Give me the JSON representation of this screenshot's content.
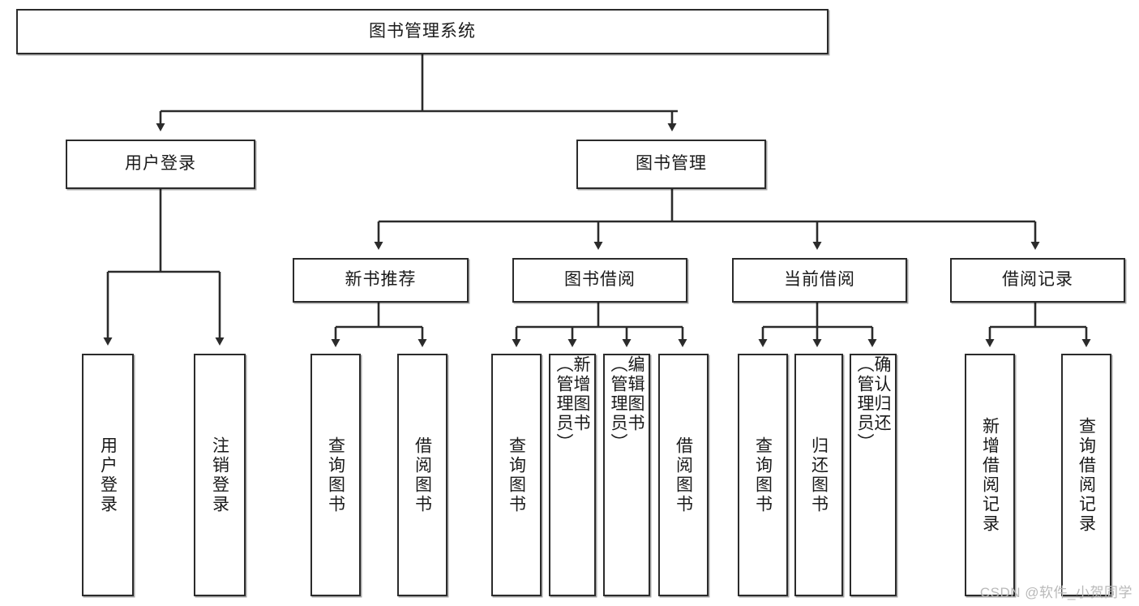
{
  "diagram": {
    "title": "图书管理系统",
    "type": "hierarchy-tree",
    "root": {
      "label": "图书管理系统"
    },
    "level2": [
      {
        "label": "用户登录"
      },
      {
        "label": "图书管理"
      }
    ],
    "level3": [
      {
        "label": "新书推荐"
      },
      {
        "label": "图书借阅"
      },
      {
        "label": "当前借阅"
      },
      {
        "label": "借阅记录"
      }
    ],
    "leaves": {
      "user_login": [
        {
          "label": "用户登录"
        },
        {
          "label": "注销登录"
        }
      ],
      "new_book_recommend": [
        {
          "label": "查询图书"
        },
        {
          "label": "借阅图书"
        }
      ],
      "book_borrow": [
        {
          "label": "查询图书"
        },
        {
          "label": "新增图书\n（管理员）"
        },
        {
          "label": "编辑图书\n（管理员）"
        },
        {
          "label": "借阅图书"
        }
      ],
      "current_borrow": [
        {
          "label": "查询图书"
        },
        {
          "label": "归还图书"
        },
        {
          "label": "确认归还\n（管理员）"
        }
      ],
      "borrow_record": [
        {
          "label": "新增借阅记录"
        },
        {
          "label": "查询借阅记录"
        }
      ]
    },
    "watermark": "CSDN @软件_小贺同学",
    "colors": {
      "stroke": "#2b2b2b",
      "fill": "#ffffff",
      "text": "#1a1a1a",
      "watermark": "#b9b9b9"
    }
  }
}
